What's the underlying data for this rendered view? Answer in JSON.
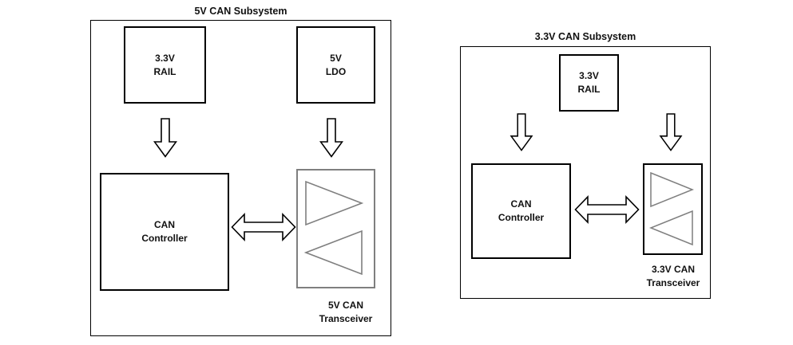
{
  "colors": {
    "outline": "#000000",
    "muted_outline": "#7f7f7f"
  },
  "left_subsystem": {
    "title": "5V CAN Subsystem",
    "rail": "3.3V\nRAIL",
    "ldo": "5V\nLDO",
    "controller": "CAN\nController",
    "transceiver_label": "5V CAN\nTransceiver"
  },
  "right_subsystem": {
    "title": "3.3V CAN Subsystem",
    "rail": "3.3V\nRAIL",
    "controller": "CAN\nController",
    "transceiver_label": "3.3V CAN\nTransceiver"
  }
}
